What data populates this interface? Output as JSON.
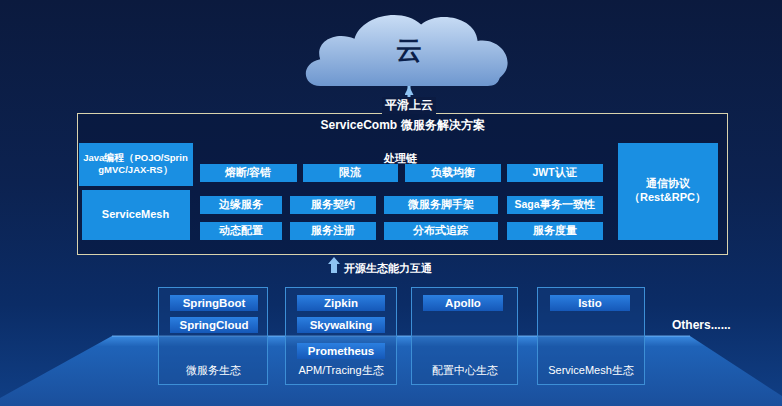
{
  "diagram": {
    "nodes": [
      {
        "text": [
          "云"
        ]
      },
      {
        "text": [
          "ServiceComb 微服务解决方案"
        ]
      },
      {
        "text": [
          "Java编程（POJO/SpringMVC/JAX-RS）"
        ],
        "in": 1
      },
      {
        "text": [
          "ServiceMesh"
        ],
        "in": 1
      },
      {
        "text": [
          "熔断/容错"
        ],
        "in": 1
      },
      {
        "text": [
          "限流"
        ],
        "in": 1
      },
      {
        "text": [
          "负载均衡"
        ],
        "in": 1
      },
      {
        "text": [
          "JWT认证"
        ],
        "in": 1
      },
      {
        "text": [
          "边缘服务"
        ],
        "in": 1
      },
      {
        "text": [
          "服务契约"
        ],
        "in": 1
      },
      {
        "text": [
          "微服务脚手架"
        ],
        "in": 1
      },
      {
        "text": [
          "Saga事务一致性"
        ],
        "in": 1
      },
      {
        "text": [
          "动态配置"
        ],
        "in": 1
      },
      {
        "text": [
          "服务注册"
        ],
        "in": 1
      },
      {
        "text": [
          "分布式追踪"
        ],
        "in": 1
      },
      {
        "text": [
          "服务度量"
        ],
        "in": 1
      },
      {
        "text": [
          "通信协议（Rest&RPC）"
        ],
        "in": 1
      },
      {
        "text": [
          "微服务生态"
        ]
      },
      {
        "text": [
          "SpringBoot"
        ],
        "in": 17
      },
      {
        "text": [
          "SpringCloud"
        ],
        "in": 17
      },
      {
        "text": [
          "APM/Tracing生态"
        ]
      },
      {
        "text": [
          "Zipkin"
        ],
        "in": 20
      },
      {
        "text": [
          "Skywalking"
        ],
        "in": 20
      },
      {
        "text": [
          "Prometheus"
        ],
        "in": 20
      },
      {
        "text": [
          "配置中心生态"
        ]
      },
      {
        "text": [
          "Apollo"
        ],
        "in": 24
      },
      {
        "text": [
          "ServiceMesh生态"
        ]
      },
      {
        "text": [
          "Istio"
        ],
        "in": 26
      }
    ],
    "edges": [
      {
        "from": 1,
        "to": 0,
        "arrow": "to",
        "label": "平滑上云"
      }
    ],
    "labels": [
      "处理链",
      "开源生态能力互通",
      "Others......"
    ]
  }
}
